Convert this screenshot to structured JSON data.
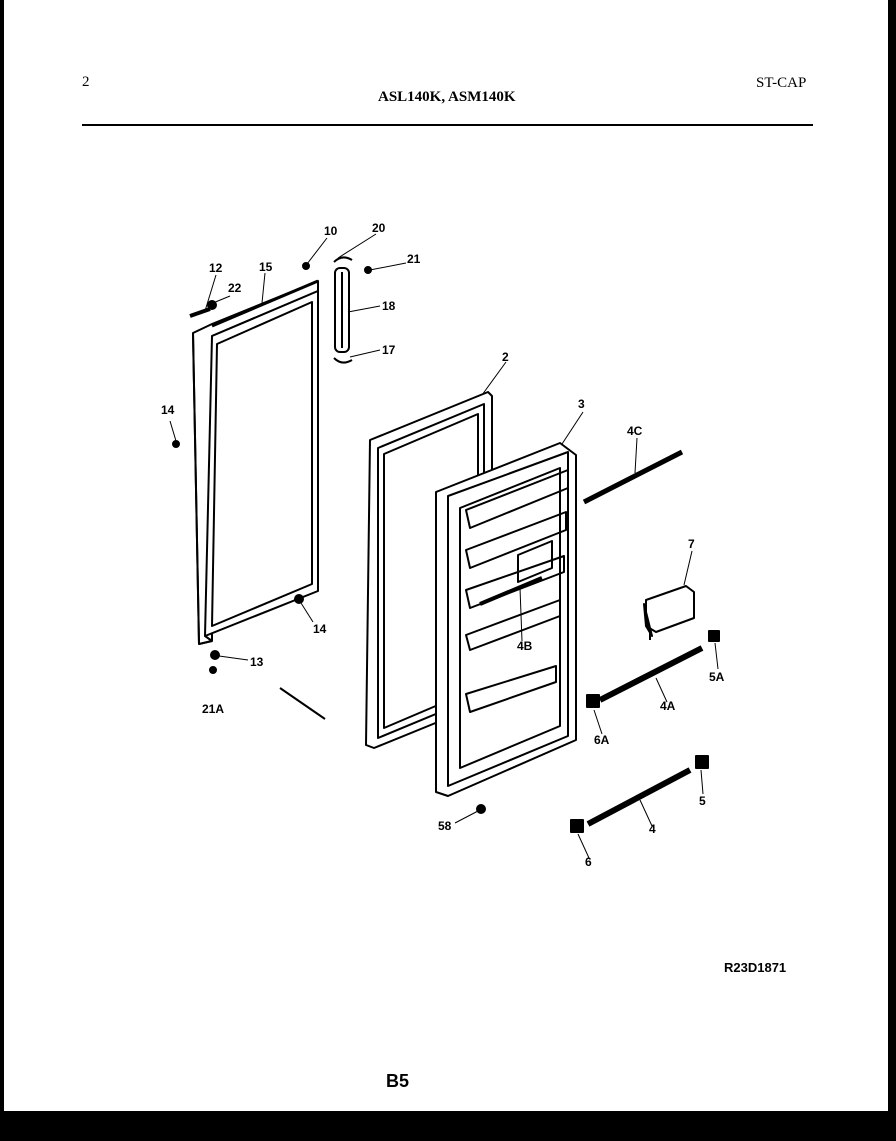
{
  "header": {
    "page_number": "2",
    "models": "ASL140K, ASM140K",
    "code": "ST-CAP"
  },
  "diagram": {
    "callouts": [
      "10",
      "20",
      "21",
      "12",
      "15",
      "22",
      "18",
      "17",
      "2",
      "14",
      "3",
      "4C",
      "7",
      "14",
      "13",
      "21A",
      "4B",
      "5A",
      "4A",
      "6A",
      "5",
      "4",
      "58",
      "6"
    ],
    "drawing_id": "R23D1871"
  },
  "footer": {
    "page_code": "B5"
  }
}
